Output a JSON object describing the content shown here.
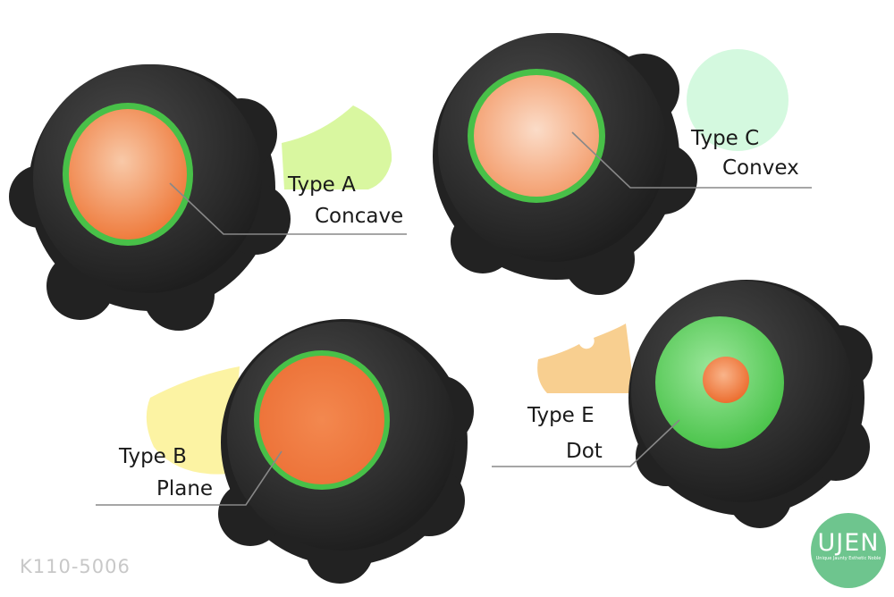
{
  "product_code": "K110-5006",
  "logo": {
    "name": "UJEN",
    "tagline": "Unique Jaunty Esthetic Noble",
    "color": "#6ec58e"
  },
  "variants": [
    {
      "type": "Type A",
      "surface": "Concave",
      "cap_color": "#f08a4b",
      "ring_color": "#4cc04c",
      "accent_color": "#d9f7a0"
    },
    {
      "type": "Type C",
      "surface": "Convex",
      "cap_color": "#f5b08a",
      "ring_color": "#4cc04c",
      "accent_color": "#d4f9df"
    },
    {
      "type": "Type B",
      "surface": "Plane",
      "cap_color": "#f07e45",
      "ring_color": "#4cc04c",
      "accent_color": "#fcf3a3"
    },
    {
      "type": "Type E",
      "surface": "Dot",
      "cap_color": "#6fd66f",
      "dot_color": "#f07e45",
      "accent_color": "#f8cf90"
    }
  ]
}
